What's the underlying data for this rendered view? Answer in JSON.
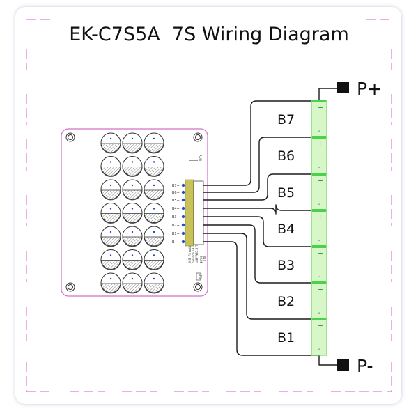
{
  "title": "EK-C7S5A  7S Wiring Diagram",
  "terminals": {
    "positive": "P+",
    "negative": "P-"
  },
  "batteries": [
    "B7",
    "B6",
    "B5",
    "B4",
    "B3",
    "B2",
    "B1"
  ],
  "battery_symbols": {
    "plus": "+",
    "minus": "-"
  },
  "board": {
    "pins": [
      "B7+",
      "B6+",
      "B5+",
      "B4+",
      "B3+",
      "B2+",
      "B1+",
      "B-"
    ],
    "marking_run": "RUN",
    "marking_mid": "NUM\nINT",
    "marking_lto": "LTO",
    "info_lines": [
      "JMSI 7S Active equalizer V1.2",
      "balance 5A 2S-7S(LI/LFP/LTO)",
      "L88*W85.5*T6mm"
    ]
  },
  "colors": {
    "border_dash": "#e07bd9",
    "board_outline": "#d070c8",
    "battery_fill": "#d8f7c8",
    "battery_stroke": "#7ad06a",
    "battery_cap": "#4cd14c",
    "connector": "#c9c25a",
    "wire": "#1a1a1a"
  }
}
